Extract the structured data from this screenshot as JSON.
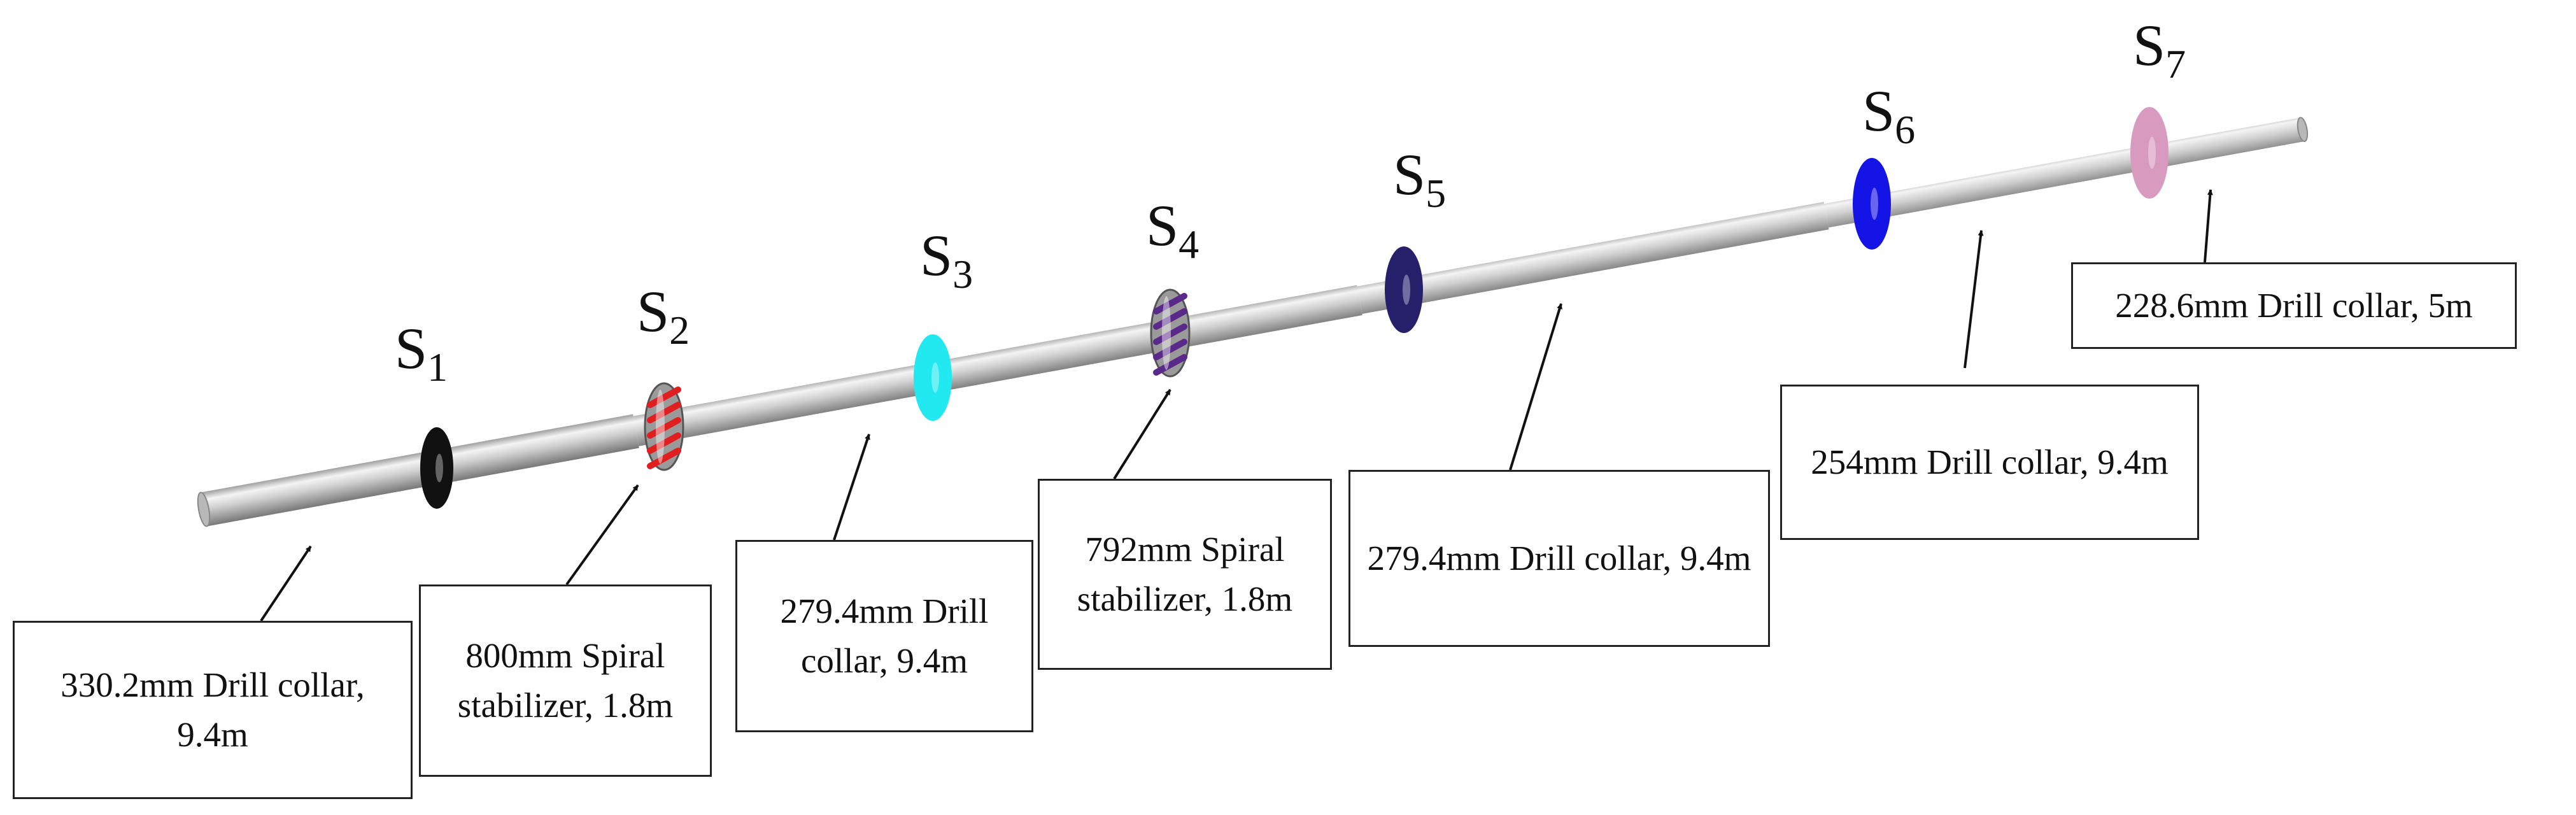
{
  "stabilizers": [
    {
      "letter": "S",
      "sub": "1",
      "color": "#111111"
    },
    {
      "letter": "S",
      "sub": "2",
      "color": "#e02020"
    },
    {
      "letter": "S",
      "sub": "3",
      "color": "#22e8f0"
    },
    {
      "letter": "S",
      "sub": "4",
      "color": "#5a2a8a"
    },
    {
      "letter": "S",
      "sub": "5",
      "color": "#26206a"
    },
    {
      "letter": "S",
      "sub": "6",
      "color": "#1414e6"
    },
    {
      "letter": "S",
      "sub": "7",
      "color": "#d99ac0"
    }
  ],
  "components": [
    {
      "text": "330.2mm Drill collar, 9.4m"
    },
    {
      "text": "800mm Spiral stabilizer, 1.8m"
    },
    {
      "text": "279.4mm Drill collar, 9.4m"
    },
    {
      "text": "792mm Spiral stabilizer, 1.8m"
    },
    {
      "text": "279.4mm Drill collar, 9.4m"
    },
    {
      "text": "254mm Drill collar, 9.4m"
    },
    {
      "text": "228.6mm Drill collar, 5m"
    }
  ]
}
